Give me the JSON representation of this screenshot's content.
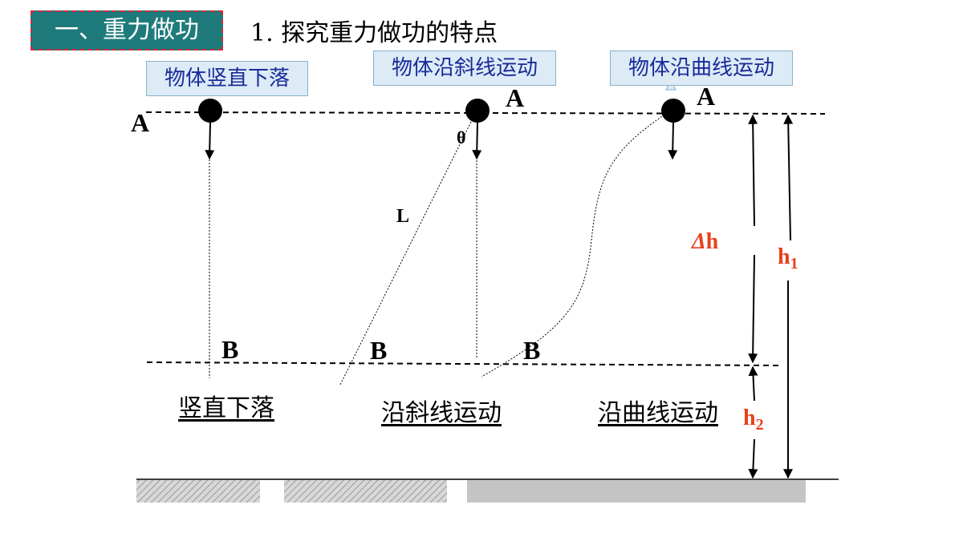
{
  "header": {
    "section_title": "一、重力做功",
    "heading": "1. 探究重力做功的特点"
  },
  "callouts": {
    "vertical": "物体竖直下落",
    "incline": "物体沿斜线运动",
    "curve": "物体沿曲线运动"
  },
  "points": {
    "a1": "A",
    "a2": "A",
    "a3": "A",
    "b1": "B",
    "b2": "B",
    "b3": "B"
  },
  "labels": {
    "theta": "θ",
    "length": "L",
    "delta_symbol": "Δ",
    "delta_var": "h",
    "h1_main": "h",
    "h1_sub": "1",
    "h2_main": "h",
    "h2_sub": "2"
  },
  "captions": {
    "vertical": "竖直下落",
    "incline": "沿斜线运动",
    "curve": "沿曲线运动"
  },
  "colors": {
    "title_bg": "#1f7b7b",
    "title_border": "#d4283a",
    "callout_bg": "#dcebf6",
    "callout_text": "#1a2b9a",
    "height_label": "#e8401c"
  }
}
